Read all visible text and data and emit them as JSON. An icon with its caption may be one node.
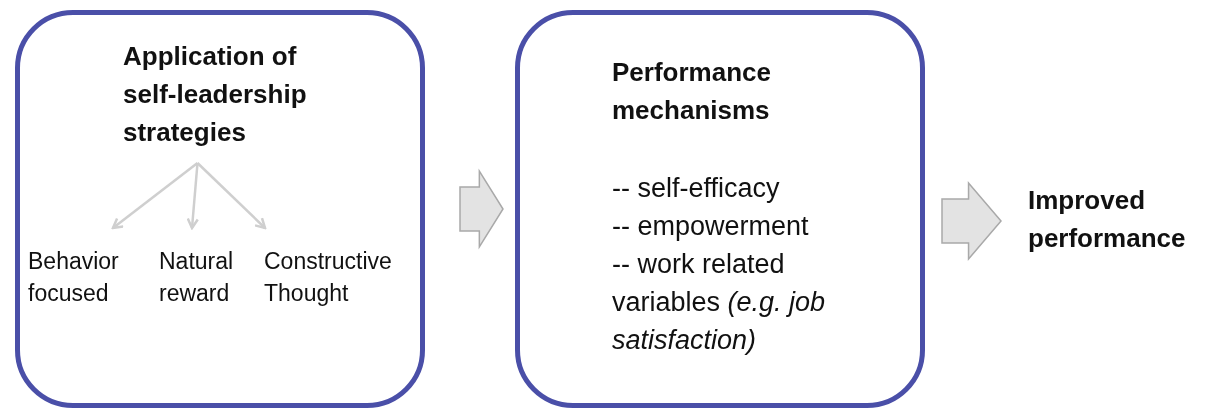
{
  "diagram": {
    "nodes": [
      {
        "text": [],
        "shape": "box"
      },
      {
        "text": [
          "Application of self-leadership strategies"
        ],
        "in": 0
      },
      {
        "text": [
          "Behavior focused"
        ],
        "in": 0
      },
      {
        "text": [
          "Natural reward"
        ],
        "in": 0
      },
      {
        "text": [
          "Constructive Thought"
        ],
        "in": 0
      },
      {
        "text": [
          "Performance mechanisms",
          "-- self-efficacy",
          "-- empowerment",
          "-- work related variables *(e.g. job satisfaction)*"
        ]
      },
      {
        "text": [
          "Improved performance"
        ]
      }
    ],
    "edges": [
      {
        "from": 1,
        "to": 2,
        "arrow": "to"
      },
      {
        "from": 1,
        "to": 3,
        "arrow": "to"
      },
      {
        "from": 1,
        "to": 4,
        "arrow": "to"
      },
      {
        "from": 0,
        "to": 5,
        "arrow": "to",
        "style": "thick"
      },
      {
        "from": 5,
        "to": 6,
        "arrow": "to",
        "style": "thick"
      }
    ]
  }
}
